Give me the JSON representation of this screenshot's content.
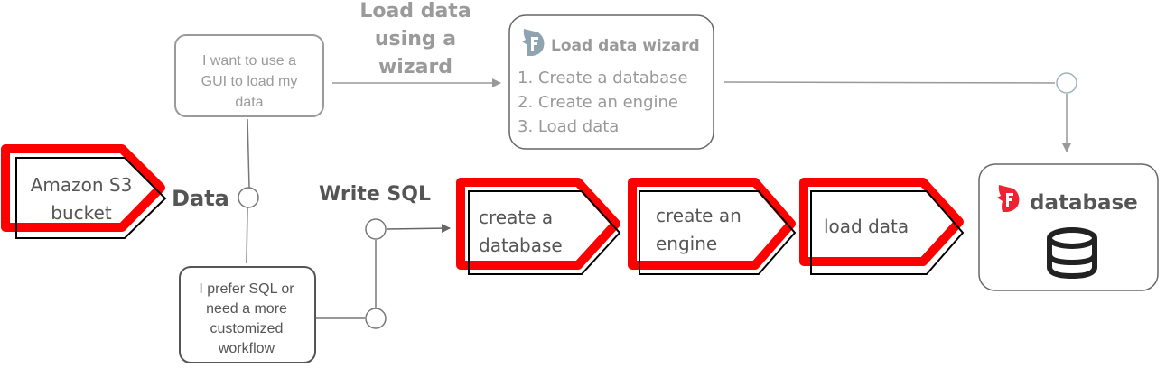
{
  "source": {
    "label_line1": "Amazon S3",
    "label_line2": "bucket"
  },
  "data_label": "Data",
  "gui_option": {
    "lines": [
      "I want to use a",
      "GUI to load my",
      "data"
    ]
  },
  "sql_option": {
    "lines": [
      "I prefer SQL or",
      "need a more",
      "customized",
      "workflow"
    ]
  },
  "wizard_path_label": {
    "lines": [
      "Load data",
      "using a",
      "wizard"
    ]
  },
  "wizard_box": {
    "icon": "firebolt-logo-icon",
    "title": "Load data wizard",
    "steps": [
      "1. Create a database",
      "2. Create an engine",
      "3. Load data"
    ]
  },
  "sql_path_label": "Write SQL",
  "steps": [
    {
      "line1": "create a",
      "line2": "database"
    },
    {
      "line1": "create an",
      "line2": "engine"
    },
    {
      "line1": "load data",
      "line2": ""
    }
  ],
  "destination": {
    "icon": "firebolt-logo-icon",
    "title": "database",
    "db_icon": "database-icon"
  },
  "colors": {
    "accent_red": "#ff0000",
    "wizard_gray": "#9a9a9a",
    "logo_blue_gray": "#8fa3b0",
    "logo_red": "#ee2233",
    "dark_text": "#555555"
  }
}
